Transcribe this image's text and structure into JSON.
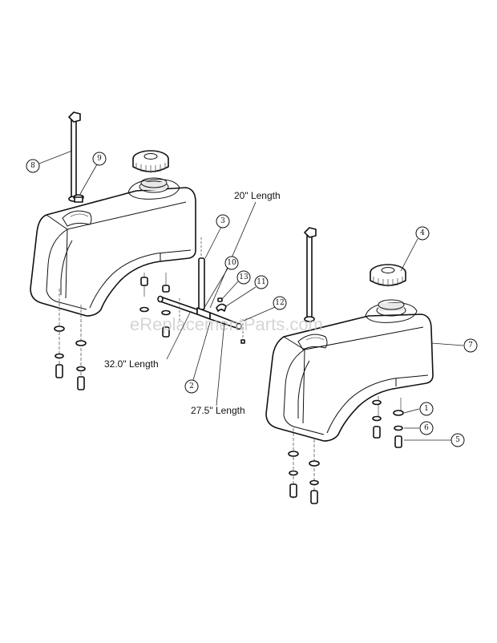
{
  "watermark": "eReplacementParts.com",
  "lengths": {
    "tube_20": "20\" Length",
    "tube_32": "32.0\" Length",
    "tube_27": "27.5\" Length"
  },
  "callouts": {
    "c1": "1",
    "c2": "2",
    "c3": "3",
    "c4": "4",
    "c5": "5",
    "c6": "6",
    "c7": "7",
    "c8": "8",
    "c9": "9",
    "c10": "10",
    "c11": "11",
    "c12": "12",
    "c13": "13"
  }
}
